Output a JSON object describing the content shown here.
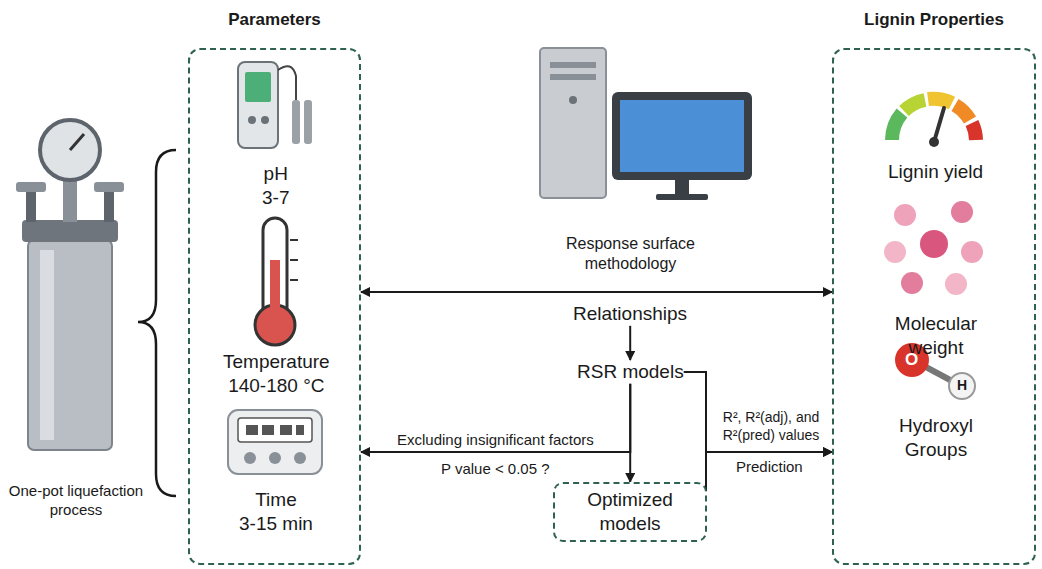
{
  "diagram": {
    "nodes": [
      {
        "text": [
          "Parameters"
        ]
      },
      {
        "text": [
          "pH",
          "3-7"
        ],
        "in": 0
      },
      {
        "text": [
          "Temperature",
          "140-180 °C"
        ],
        "in": 0
      },
      {
        "text": [
          "Time",
          "3-15 min"
        ],
        "in": 0
      },
      {
        "text": [
          "Relationships"
        ]
      },
      {
        "text": [
          "RSR models"
        ]
      },
      {
        "text": [
          "Optimized models"
        ]
      },
      {
        "text": [
          "Lignin Properties"
        ]
      },
      {
        "text": [
          "Lignin yield"
        ],
        "in": 7
      },
      {
        "text": [
          "Molecular weight"
        ],
        "in": 7
      },
      {
        "text": [
          "Hydroxyl Groups"
        ],
        "in": 7
      }
    ],
    "edges": [
      {
        "from": 0,
        "to": 7,
        "arrow": "both"
      },
      {
        "from": 4,
        "to": 5,
        "arrow": "to"
      },
      {
        "from": 5,
        "to": 6,
        "arrow": "to"
      },
      {
        "from": 5,
        "to": 0,
        "arrow": "to",
        "label": "Excluding insignificant factors"
      },
      {
        "from": 5,
        "to": 7,
        "arrow": "to",
        "label": "Prediction"
      },
      {
        "from": 6,
        "to": 7,
        "arrow": "to"
      }
    ],
    "labels": [
      "One-pot liquefaction process",
      "Response surface methodology",
      "P value < 0.05 ?",
      "R², R²(adj), and R²(pred) values",
      "O",
      "H"
    ]
  }
}
